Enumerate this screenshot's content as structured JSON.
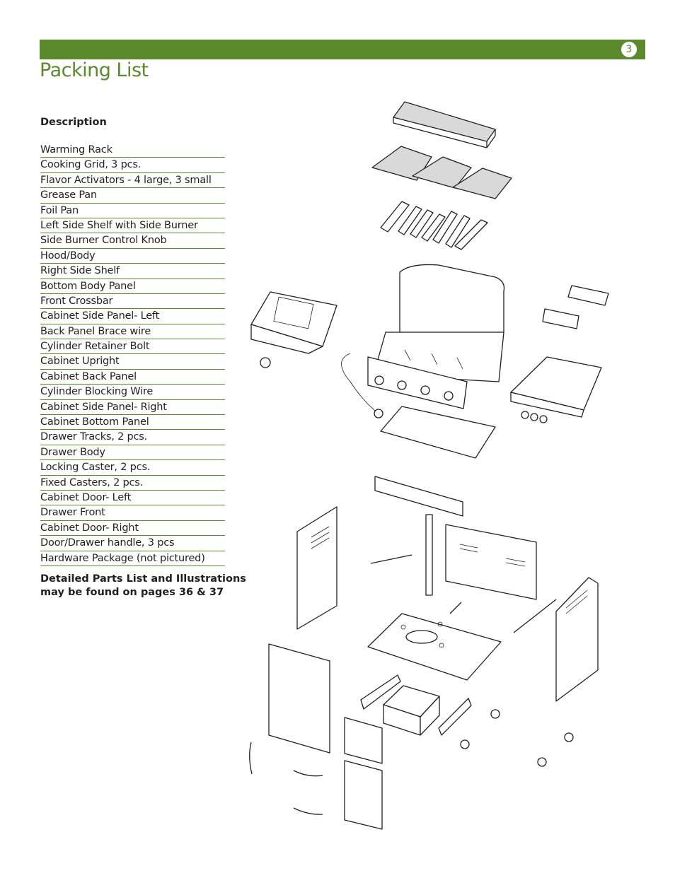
{
  "header": {
    "page_number": "3",
    "accent_color": "#5b8a2c"
  },
  "title": "Packing List",
  "description_heading": "Description",
  "parts": [
    "Warming Rack",
    "Cooking Grid, 3 pcs.",
    "Flavor Activators - 4 large, 3 small",
    "Grease Pan",
    "Foil Pan",
    "Left Side Shelf with Side Burner",
    "Side Burner Control Knob",
    "Hood/Body",
    "Right Side Shelf",
    "Bottom Body Panel",
    "Front Crossbar",
    "Cabinet Side Panel- Left",
    "Back Panel Brace wire",
    "Cylinder Retainer Bolt",
    "Cabinet Upright",
    "Cabinet Back Panel",
    "Cylinder Blocking Wire",
    "Cabinet Side Panel- Right",
    "Cabinet Bottom Panel",
    "Drawer Tracks, 2 pcs.",
    "Drawer Body",
    "Locking Caster, 2 pcs.",
    "Fixed Casters, 2 pcs.",
    "Cabinet Door- Left",
    "Drawer Front",
    "Cabinet Door- Right",
    "Door/Drawer handle, 3 pcs",
    "Hardware Package (not pictured)"
  ],
  "note": {
    "line1": "Detailed Parts List and Illustrations",
    "line2": "may be found on pages 36 & 37"
  }
}
